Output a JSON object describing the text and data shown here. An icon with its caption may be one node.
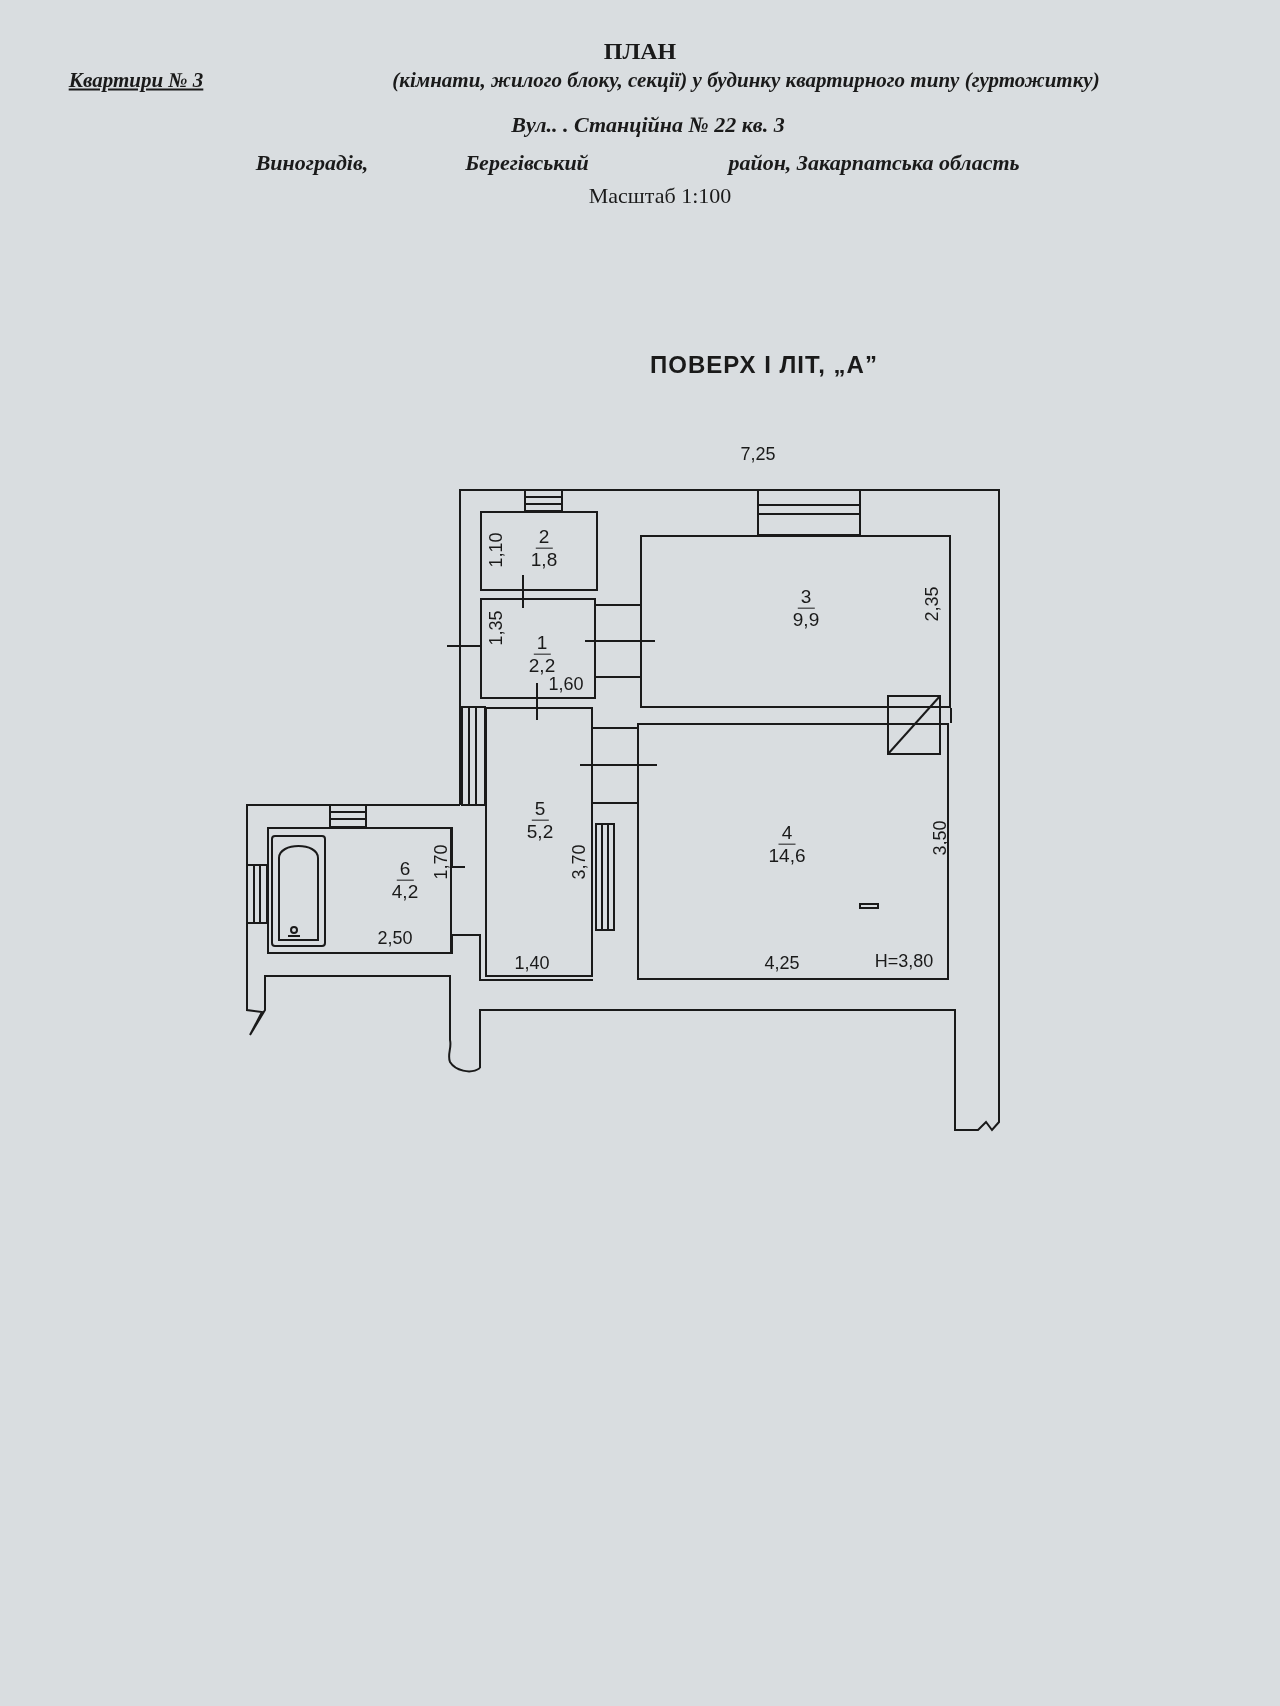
{
  "diagram": {
    "title": "ПЛАН",
    "nodes": [
      {
        "text": [
          "2",
          "1,8"
        ]
      },
      {
        "text": [
          "1",
          "2,2"
        ]
      },
      {
        "text": [
          "3",
          "9,9"
        ]
      },
      {
        "text": [
          "5",
          "5,2"
        ]
      },
      {
        "text": [
          "4",
          "14,6"
        ]
      },
      {
        "text": [
          "6",
          "4,2"
        ]
      }
    ],
    "labels": [
      "Квартири № 3",
      "(кімнати, жилого блоку, секції) у будинку квартирного типу (гуртожитку)",
      "Вул.. . Станційна № 22 кв. 3",
      "Виноградів,",
      "Берегівський",
      "район, Закарпатська область",
      "Масштаб 1:100",
      "ПОВЕРХ I ЛІТ, „А”",
      "7,25",
      "1,10",
      "2,35",
      "1,35",
      "1,60",
      "1,70",
      "3,70",
      "3,50",
      "2,50",
      "1,40",
      "4,25",
      "H=3,80"
    ]
  }
}
